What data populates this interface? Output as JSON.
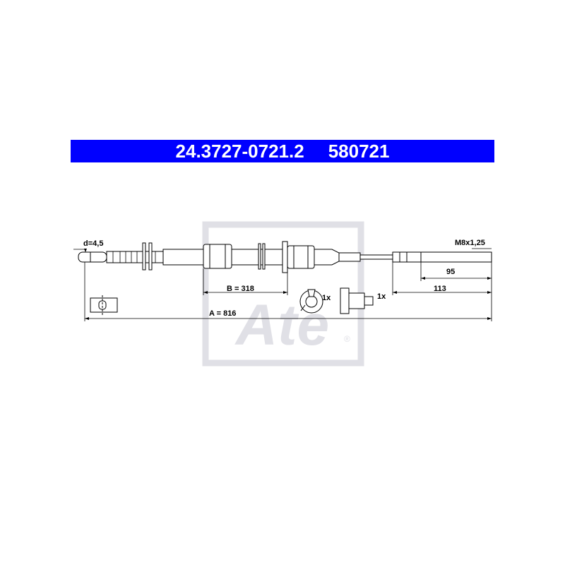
{
  "header": {
    "part_number": "24.3727-0721.2",
    "reference": "580721"
  },
  "dimensions": {
    "diameter": "d=4,5",
    "thread": "M8x1,25",
    "length_a": "A = 816",
    "length_b": "B = 318",
    "thread_length": "95",
    "end_length": "113"
  },
  "accessories": {
    "clip_qty": "1x",
    "bush_qty": "1x"
  },
  "watermark": {
    "brand": "Ate",
    "mark": "®"
  },
  "colors": {
    "header_bg": "#0000ff",
    "header_text": "#ffffff",
    "line": "#000000",
    "watermark": "#e0e0e6"
  }
}
